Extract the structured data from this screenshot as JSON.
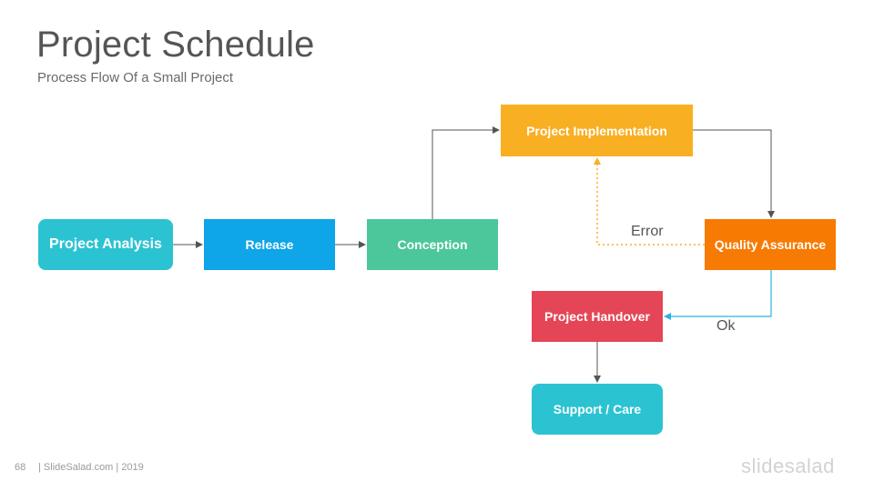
{
  "header": {
    "title": "Project Schedule",
    "subtitle": "Process Flow Of a Small Project"
  },
  "diagram": {
    "nodes": {
      "project_analysis": {
        "label": "Project Analysis",
        "color": "#2BC3D2"
      },
      "release": {
        "label": "Release",
        "color": "#0EA5E9"
      },
      "conception": {
        "label": "Conception",
        "color": "#4CC79B"
      },
      "project_implementation": {
        "label": "Project Implementation",
        "color": "#F9AF22"
      },
      "quality_assurance": {
        "label": "Quality Assurance",
        "color": "#F77A03"
      },
      "project_handover": {
        "label": "Project Handover",
        "color": "#E54657"
      },
      "support_care": {
        "label": "Support / Care",
        "color": "#2BC3D2"
      }
    },
    "edges": [
      {
        "from": "project_analysis",
        "to": "release"
      },
      {
        "from": "release",
        "to": "conception"
      },
      {
        "from": "conception",
        "to": "project_implementation"
      },
      {
        "from": "project_implementation",
        "to": "quality_assurance"
      },
      {
        "from": "quality_assurance",
        "to": "project_implementation",
        "label": "Error",
        "style": "dotted"
      },
      {
        "from": "quality_assurance",
        "to": "project_handover",
        "label": "Ok"
      },
      {
        "from": "project_handover",
        "to": "support_care"
      }
    ],
    "edge_labels": {
      "error": "Error",
      "ok": "Ok"
    },
    "colors": {
      "connector": "#555555",
      "error_connector": "#F9AF22",
      "ok_connector": "#2BB3E0"
    }
  },
  "footer": {
    "page_number": "68",
    "credit": "| SlideSalad.com | 2019",
    "brand": "slidesalad"
  }
}
